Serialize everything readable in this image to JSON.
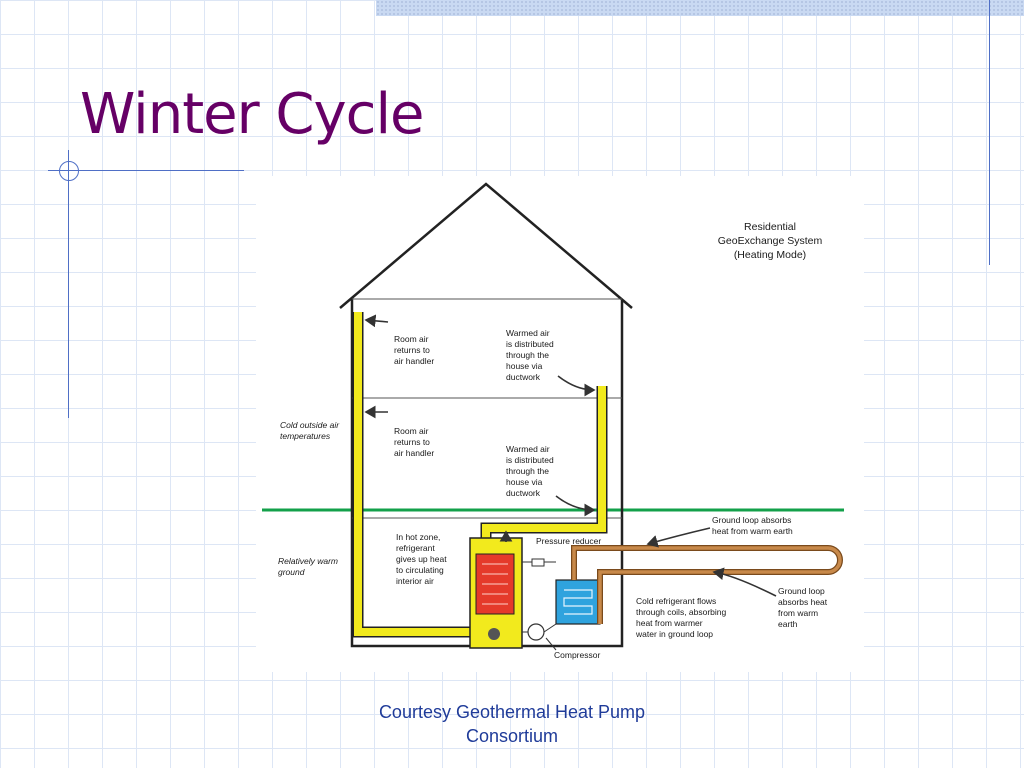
{
  "slide": {
    "title": "Winter Cycle",
    "caption_line1": "Courtesy Geothermal Heat Pump",
    "caption_line2": "Consortium"
  },
  "diagram": {
    "system_label": [
      "Residential",
      "GeoExchange System",
      "(Heating Mode)"
    ],
    "room_air_upper": [
      "Room air",
      "returns to",
      "air handler"
    ],
    "room_air_lower": [
      "Room air",
      "returns to",
      "air handler"
    ],
    "warmed_air_upper": [
      "Warmed air",
      "is distributed",
      "through the",
      "house via",
      "ductwork"
    ],
    "warmed_air_lower": [
      "Warmed air",
      "is distributed",
      "through the",
      "house via",
      "ductwork"
    ],
    "cold_outside": [
      "Cold outside air",
      "temperatures"
    ],
    "warm_ground": [
      "Relatively warm",
      "ground"
    ],
    "hot_zone": [
      "In hot zone,",
      "refrigerant",
      "gives up heat",
      "to circulating",
      "interior air"
    ],
    "pressure_reducer": "Pressure reducer",
    "compressor": "Compressor",
    "ground_loop_top": [
      "Ground loop absorbs",
      "heat from warm earth"
    ],
    "ground_loop_right": [
      "Ground loop",
      "absorbs heat",
      "from warm",
      "earth"
    ],
    "cold_refrigerant": [
      "Cold refrigerant flows",
      "through coils, absorbing",
      "heat from warmer",
      "water in ground loop"
    ]
  },
  "colors": {
    "title": "#660066",
    "caption": "#1f3b99",
    "duct": "#f2ea1d",
    "ground_line": "#13a04a",
    "ground_loop": "#b8783c",
    "hot_coil": "#e53a2a",
    "cold_coil": "#2fa3de"
  }
}
